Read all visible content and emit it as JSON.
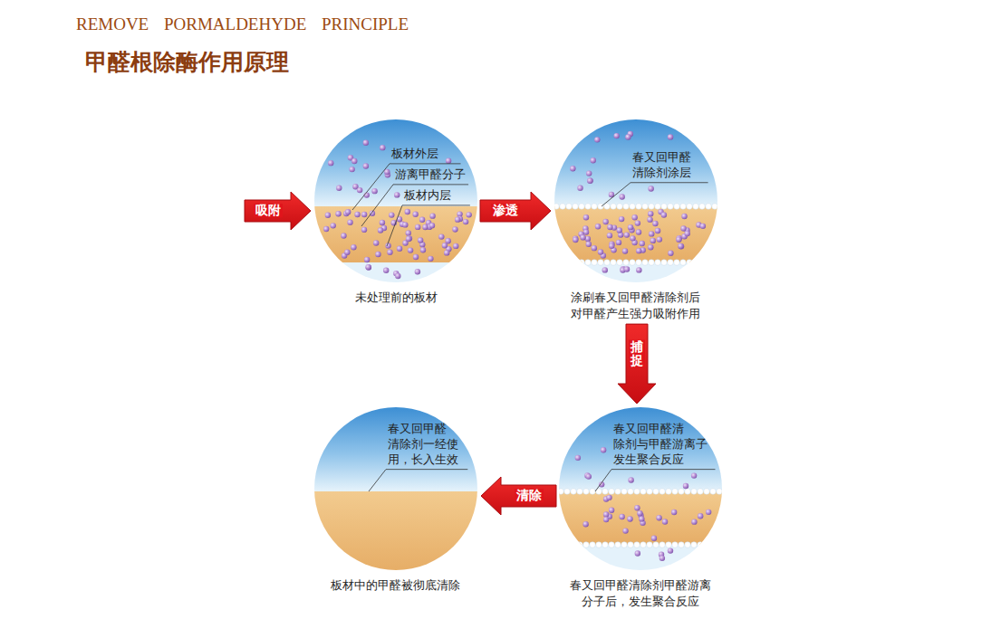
{
  "diagram": {
    "title": "甲醛根除酶作用原理",
    "nodes": [
      {
        "text": [
          "板材外层",
          "游离甲醛分子",
          "板材内层",
          "未处理前的板材"
        ]
      },
      {
        "text": [
          "春又回甲醛 清除剂涂层",
          "涂刷春又回甲醛清除剂后 对甲醛产生强力吸附作用"
        ]
      },
      {
        "text": [
          "春又回甲醛清 除剂与甲醛游离子 发生聚合反应",
          "春又回甲醛清除剂甲醛游离 分子后，发生聚合反应"
        ]
      },
      {
        "text": [
          "春又回甲醛 清除剂一经使 用，长入生效",
          "板材中的甲醛被彻底清除"
        ]
      }
    ],
    "edges": [
      {
        "from": 0,
        "to": 1,
        "arrow": "to",
        "label": "渗透"
      },
      {
        "from": 1,
        "to": 2,
        "arrow": "to",
        "label": "捕捉"
      },
      {
        "from": 2,
        "to": 3,
        "arrow": "to",
        "label": "清除"
      }
    ],
    "labels": [
      "REMOVE PORMALDEHYDE PRINCIPLE",
      "吸附"
    ]
  }
}
